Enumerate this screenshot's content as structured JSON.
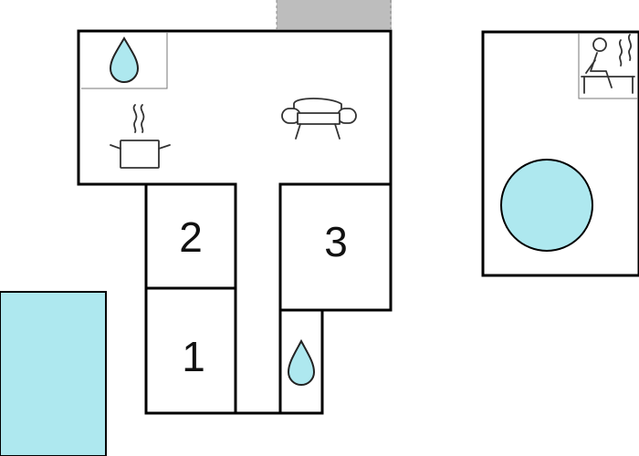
{
  "colors": {
    "water": "#aee8ef",
    "wall": "#000000",
    "terrace": "#bdbdbd",
    "background": "#ffffff"
  },
  "rooms": [
    {
      "id": "bedroom-1",
      "label": "1"
    },
    {
      "id": "bedroom-2",
      "label": "2"
    },
    {
      "id": "bedroom-3",
      "label": "3"
    }
  ],
  "icons": [
    "water-drop-icon",
    "cooking-pot-icon",
    "sofa-icon",
    "sauna-icon"
  ],
  "features": [
    "pool",
    "hot-tub",
    "terrace"
  ]
}
